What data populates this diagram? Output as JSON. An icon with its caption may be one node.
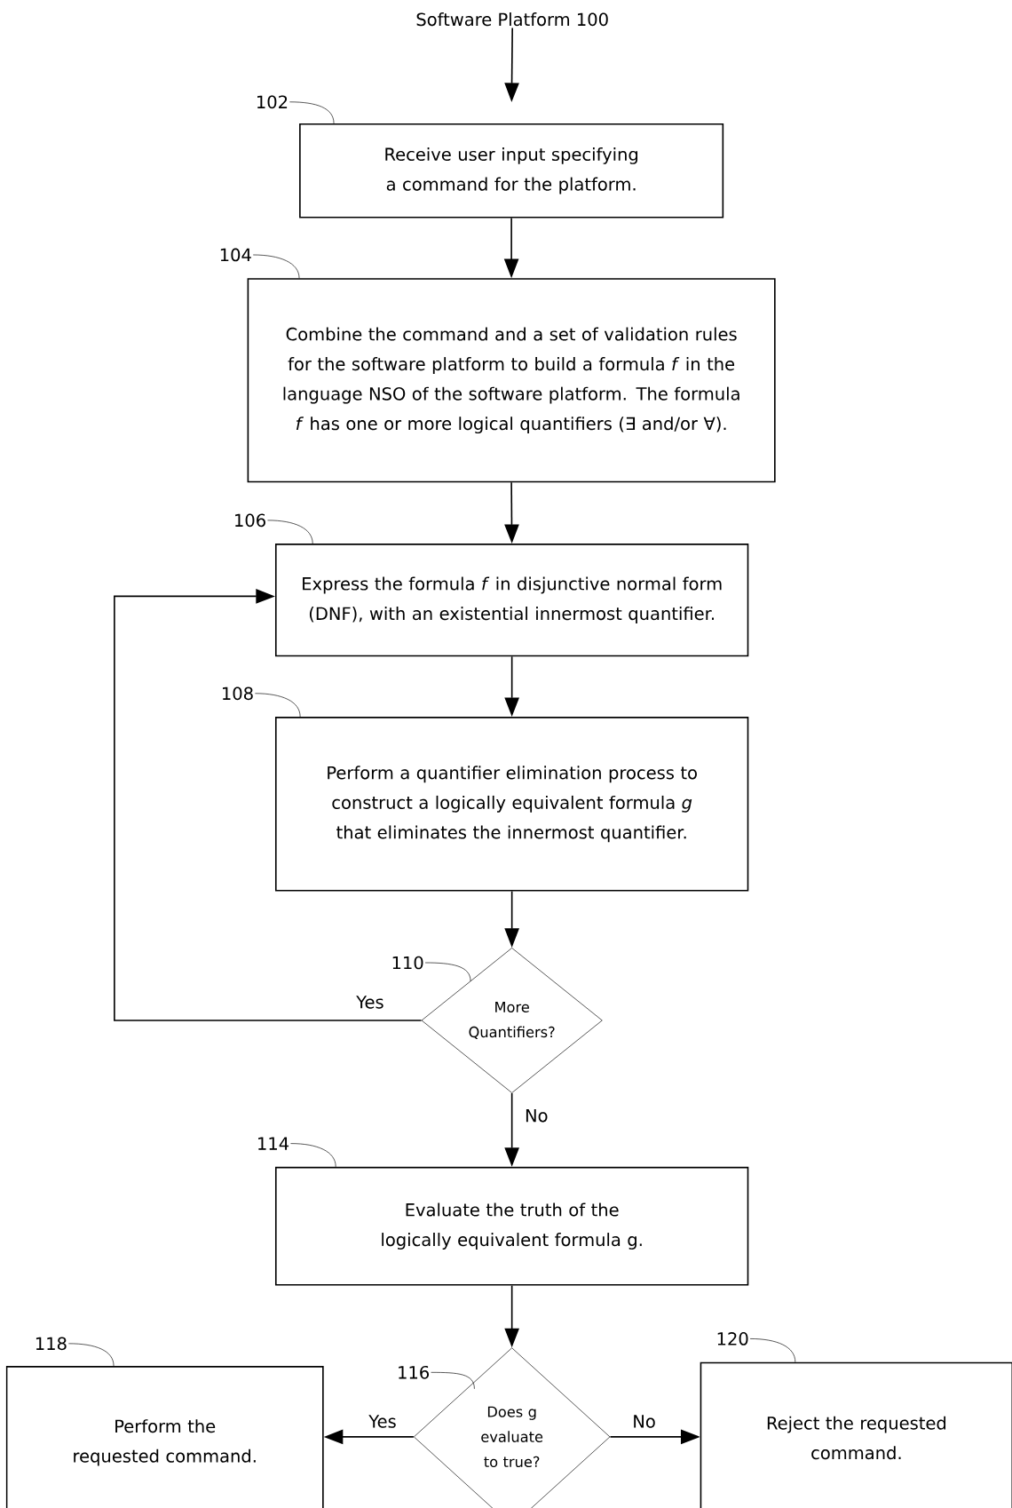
{
  "diagram": {
    "nodes": [
      {
        "text": [
          "Software Platform 100"
        ]
      },
      {
        "text": [
          "Receive user input specifying a command for the platform."
        ]
      },
      {
        "text": [
          "Combine the command and a set of validation rules for the software platform to build a formula *f* in the language NSO of the software platform.  The formula *f* has one or more logical quantifiers (∃ and/or ∀)."
        ]
      },
      {
        "text": [
          "Express the formula *f* in disjunctive normal form (DNF), with an existential innermost quantifier."
        ]
      },
      {
        "text": [
          "Perform a quantifier elimination process to construct a logically equivalent formula *g* that eliminates the innermost quantifier."
        ]
      },
      {
        "text": [
          "More Quantifiers?"
        ]
      },
      {
        "text": [
          "Evaluate the truth of the logically equivalent formula g."
        ]
      },
      {
        "text": [
          "Does g evaluate to true?"
        ]
      },
      {
        "text": [
          "Perform the requested command."
        ]
      },
      {
        "text": [
          "Reject the requested command."
        ]
      },
      {
        "text": [
          "102"
        ]
      },
      {
        "text": [
          "104"
        ]
      },
      {
        "text": [
          "106"
        ]
      },
      {
        "text": [
          "108"
        ]
      },
      {
        "text": [
          "110"
        ]
      },
      {
        "text": [
          "114"
        ]
      },
      {
        "text": [
          "116"
        ]
      },
      {
        "text": [
          "118"
        ]
      },
      {
        "text": [
          "120"
        ]
      }
    ],
    "edges": [
      {
        "from": 0,
        "to": 1,
        "arrow": "to"
      },
      {
        "from": 1,
        "to": 2,
        "arrow": "to"
      },
      {
        "from": 2,
        "to": 3,
        "arrow": "to"
      },
      {
        "from": 3,
        "to": 4,
        "arrow": "to"
      },
      {
        "from": 4,
        "to": 5,
        "arrow": "to"
      },
      {
        "from": 5,
        "to": 3,
        "arrow": "to",
        "label": "Yes"
      },
      {
        "from": 5,
        "to": 6,
        "arrow": "to",
        "label": "No"
      },
      {
        "from": 6,
        "to": 7,
        "arrow": "to"
      },
      {
        "from": 7,
        "to": 8,
        "arrow": "to",
        "label": "Yes"
      },
      {
        "from": 7,
        "to": 9,
        "arrow": "to",
        "label": "No"
      },
      {
        "from": 10,
        "to": 1,
        "arrow": "none"
      },
      {
        "from": 11,
        "to": 2,
        "arrow": "none"
      },
      {
        "from": 12,
        "to": 3,
        "arrow": "none"
      },
      {
        "from": 13,
        "to": 4,
        "arrow": "none"
      },
      {
        "from": 14,
        "to": 5,
        "arrow": "none"
      },
      {
        "from": 15,
        "to": 6,
        "arrow": "none"
      },
      {
        "from": 16,
        "to": 7,
        "arrow": "none"
      },
      {
        "from": 17,
        "to": 8,
        "arrow": "none"
      },
      {
        "from": 18,
        "to": 9,
        "arrow": "none"
      }
    ]
  }
}
